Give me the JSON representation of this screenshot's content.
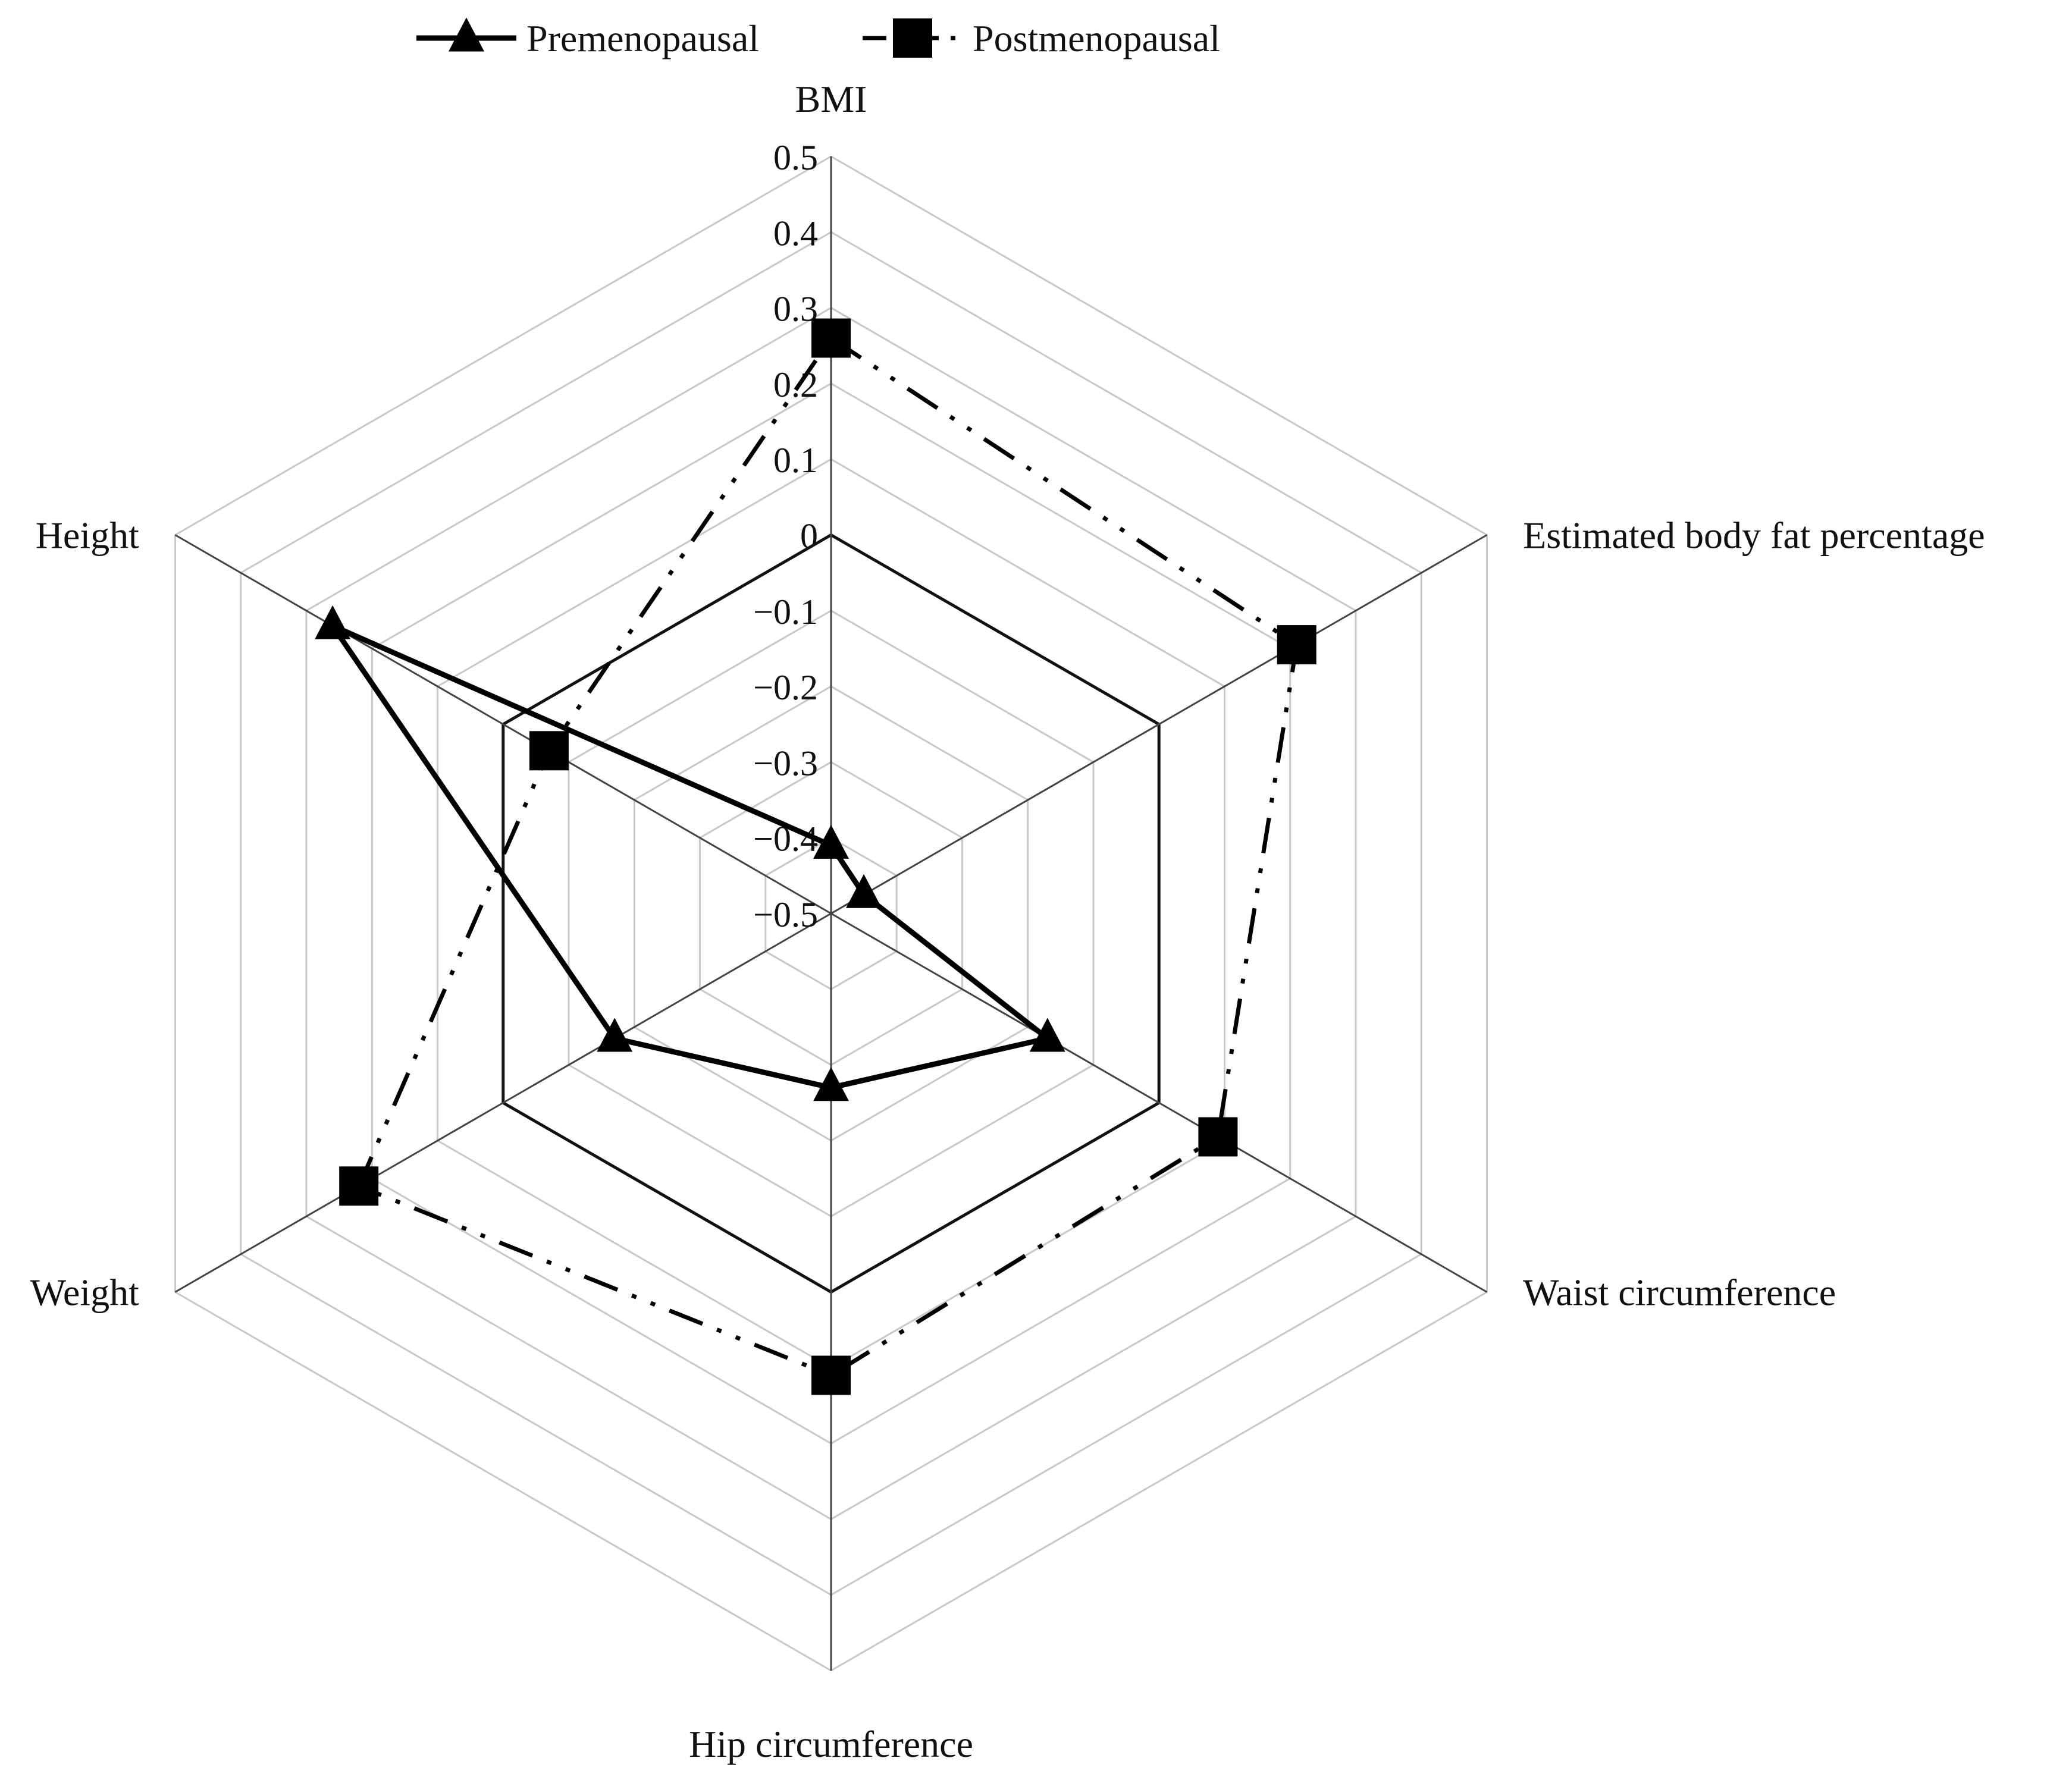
{
  "chart_data": {
    "type": "radar",
    "title": "",
    "categories": [
      "BMI",
      "Estimated body fat percentage",
      "Waist circumference",
      "Hip circumference",
      "Weight",
      "Height"
    ],
    "rlim": [
      -0.5,
      0.5
    ],
    "ticks": [
      "0.5",
      "0.4",
      "0.3",
      "0.2",
      "0.1",
      "0",
      "-0.1",
      "-0.2",
      "-0.3",
      "-0.4",
      "-0.5"
    ],
    "grid": true,
    "legend_position": "top",
    "series": [
      {
        "name": "Premenopausal",
        "values": [
          -0.41,
          -0.45,
          -0.17,
          -0.27,
          -0.17,
          0.26
        ],
        "marker": "triangle",
        "line_style": "solid",
        "color": "#000000"
      },
      {
        "name": "Postmenopausal",
        "values": [
          0.26,
          0.21,
          0.09,
          0.11,
          0.22,
          -0.07
        ],
        "marker": "square",
        "line_style": "dash-dot-dot",
        "color": "#000000"
      }
    ]
  }
}
